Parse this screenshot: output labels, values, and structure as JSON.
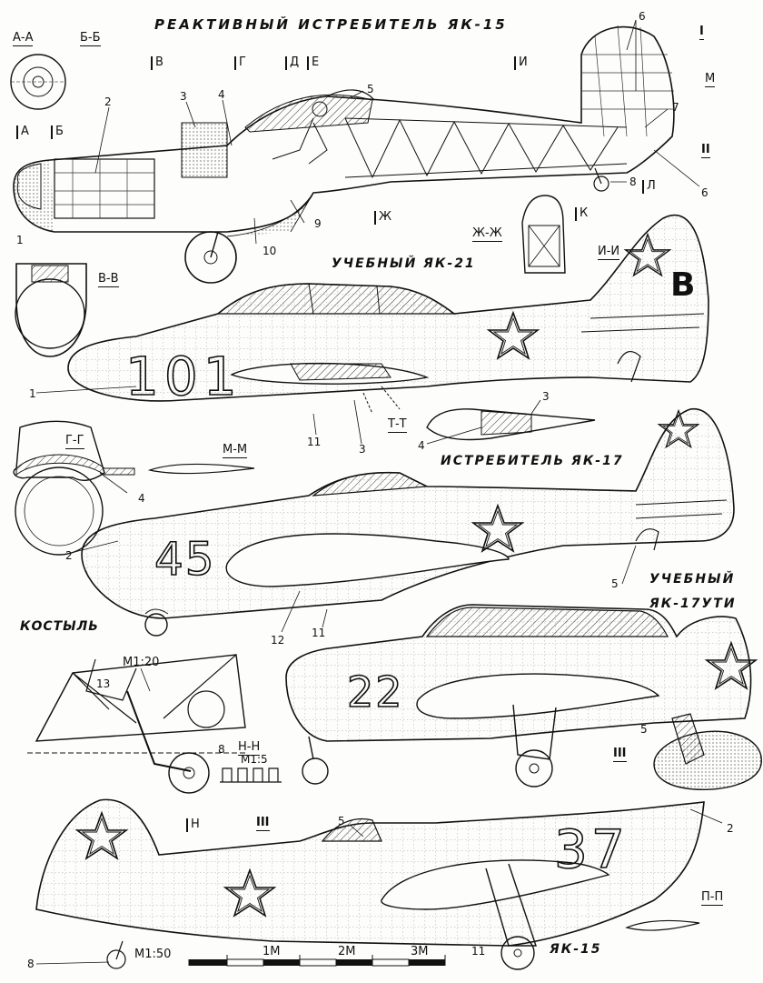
{
  "titles": {
    "jet_fighter": "РЕАКТИВНЫЙ ИСТРЕБИТЕЛЬ ЯК-15",
    "trainer_21": "УЧЕБНЫЙ ЯК-21",
    "fighter_17": "ИСТРЕБИТЕЛЬ ЯК-17",
    "trainer_17_line1": "УЧЕБНЫЙ",
    "trainer_17_line2": "ЯК-17УТИ",
    "yak15_bottom": "ЯК-15",
    "tail_skid": "КОСТЫЛЬ"
  },
  "sections": {
    "aa": "А-А",
    "bb": "Б-Б",
    "vv": "В-В",
    "gg": "Г-Г",
    "mm": "М-М",
    "zhzh": "Ж-Ж",
    "ii": "И-И",
    "tt": "Т-Т",
    "nn": "Н-Н",
    "pp": "П-П",
    "m": "М",
    "r1": "I",
    "r2": "II",
    "r3": "III",
    "r3b": "III"
  },
  "cut_marks": {
    "a": "А",
    "b": "Б",
    "v": "В",
    "g": "Г",
    "d": "Д",
    "e": "Е",
    "i": "И",
    "zh": "Ж",
    "k": "К",
    "l": "Л",
    "n": "Н"
  },
  "scales": {
    "m120": "М1:20",
    "m15": "М1:5",
    "m150": "М1:50",
    "tick1": "1М",
    "tick2": "2М",
    "tick3": "3М"
  },
  "callouts": {
    "c1": "1",
    "c2": "2",
    "c3": "3",
    "c4": "4",
    "c5": "5",
    "c6a": "6",
    "c6b": "6",
    "c7": "7",
    "c8": "8",
    "c9": "9",
    "c10": "10",
    "d1": "1",
    "d3": "3",
    "d11": "11",
    "t3": "3",
    "t4": "4",
    "g4": "4",
    "e2": "2",
    "e12": "12",
    "e11": "11",
    "f5": "5",
    "f5b": "5",
    "s13": "13",
    "s8": "8",
    "h5": "5",
    "h2": "2",
    "h8": "8",
    "h11": "11"
  },
  "tail_codes": {
    "yak21_tail": "В"
  },
  "board_numbers": {
    "yak21": "101",
    "yak17": "45",
    "yak17uti": "22",
    "yak15": "37"
  }
}
